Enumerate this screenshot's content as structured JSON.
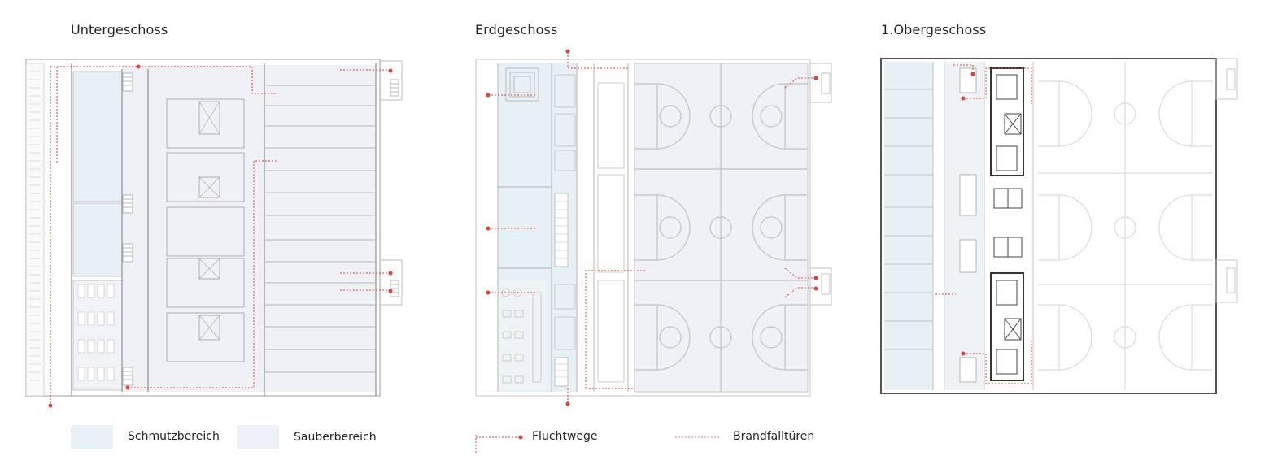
{
  "floors": [
    {
      "key": "ug",
      "title": "Untergeschoss"
    },
    {
      "key": "eg",
      "title": "Erdgeschoss"
    },
    {
      "key": "og",
      "title": "1.Obergeschoss"
    }
  ],
  "legend": {
    "dirty_zone": {
      "label": "Schmutzbereich",
      "color": "#e8f1f5"
    },
    "clean_zone": {
      "label": "Sauberbereich",
      "color": "#eef0f7"
    },
    "escape_routes": {
      "label": "Fluchtwege",
      "color": "#e0413a"
    },
    "fire_doors": {
      "label": "Brandfalltüren",
      "color": "#e57a74"
    }
  }
}
